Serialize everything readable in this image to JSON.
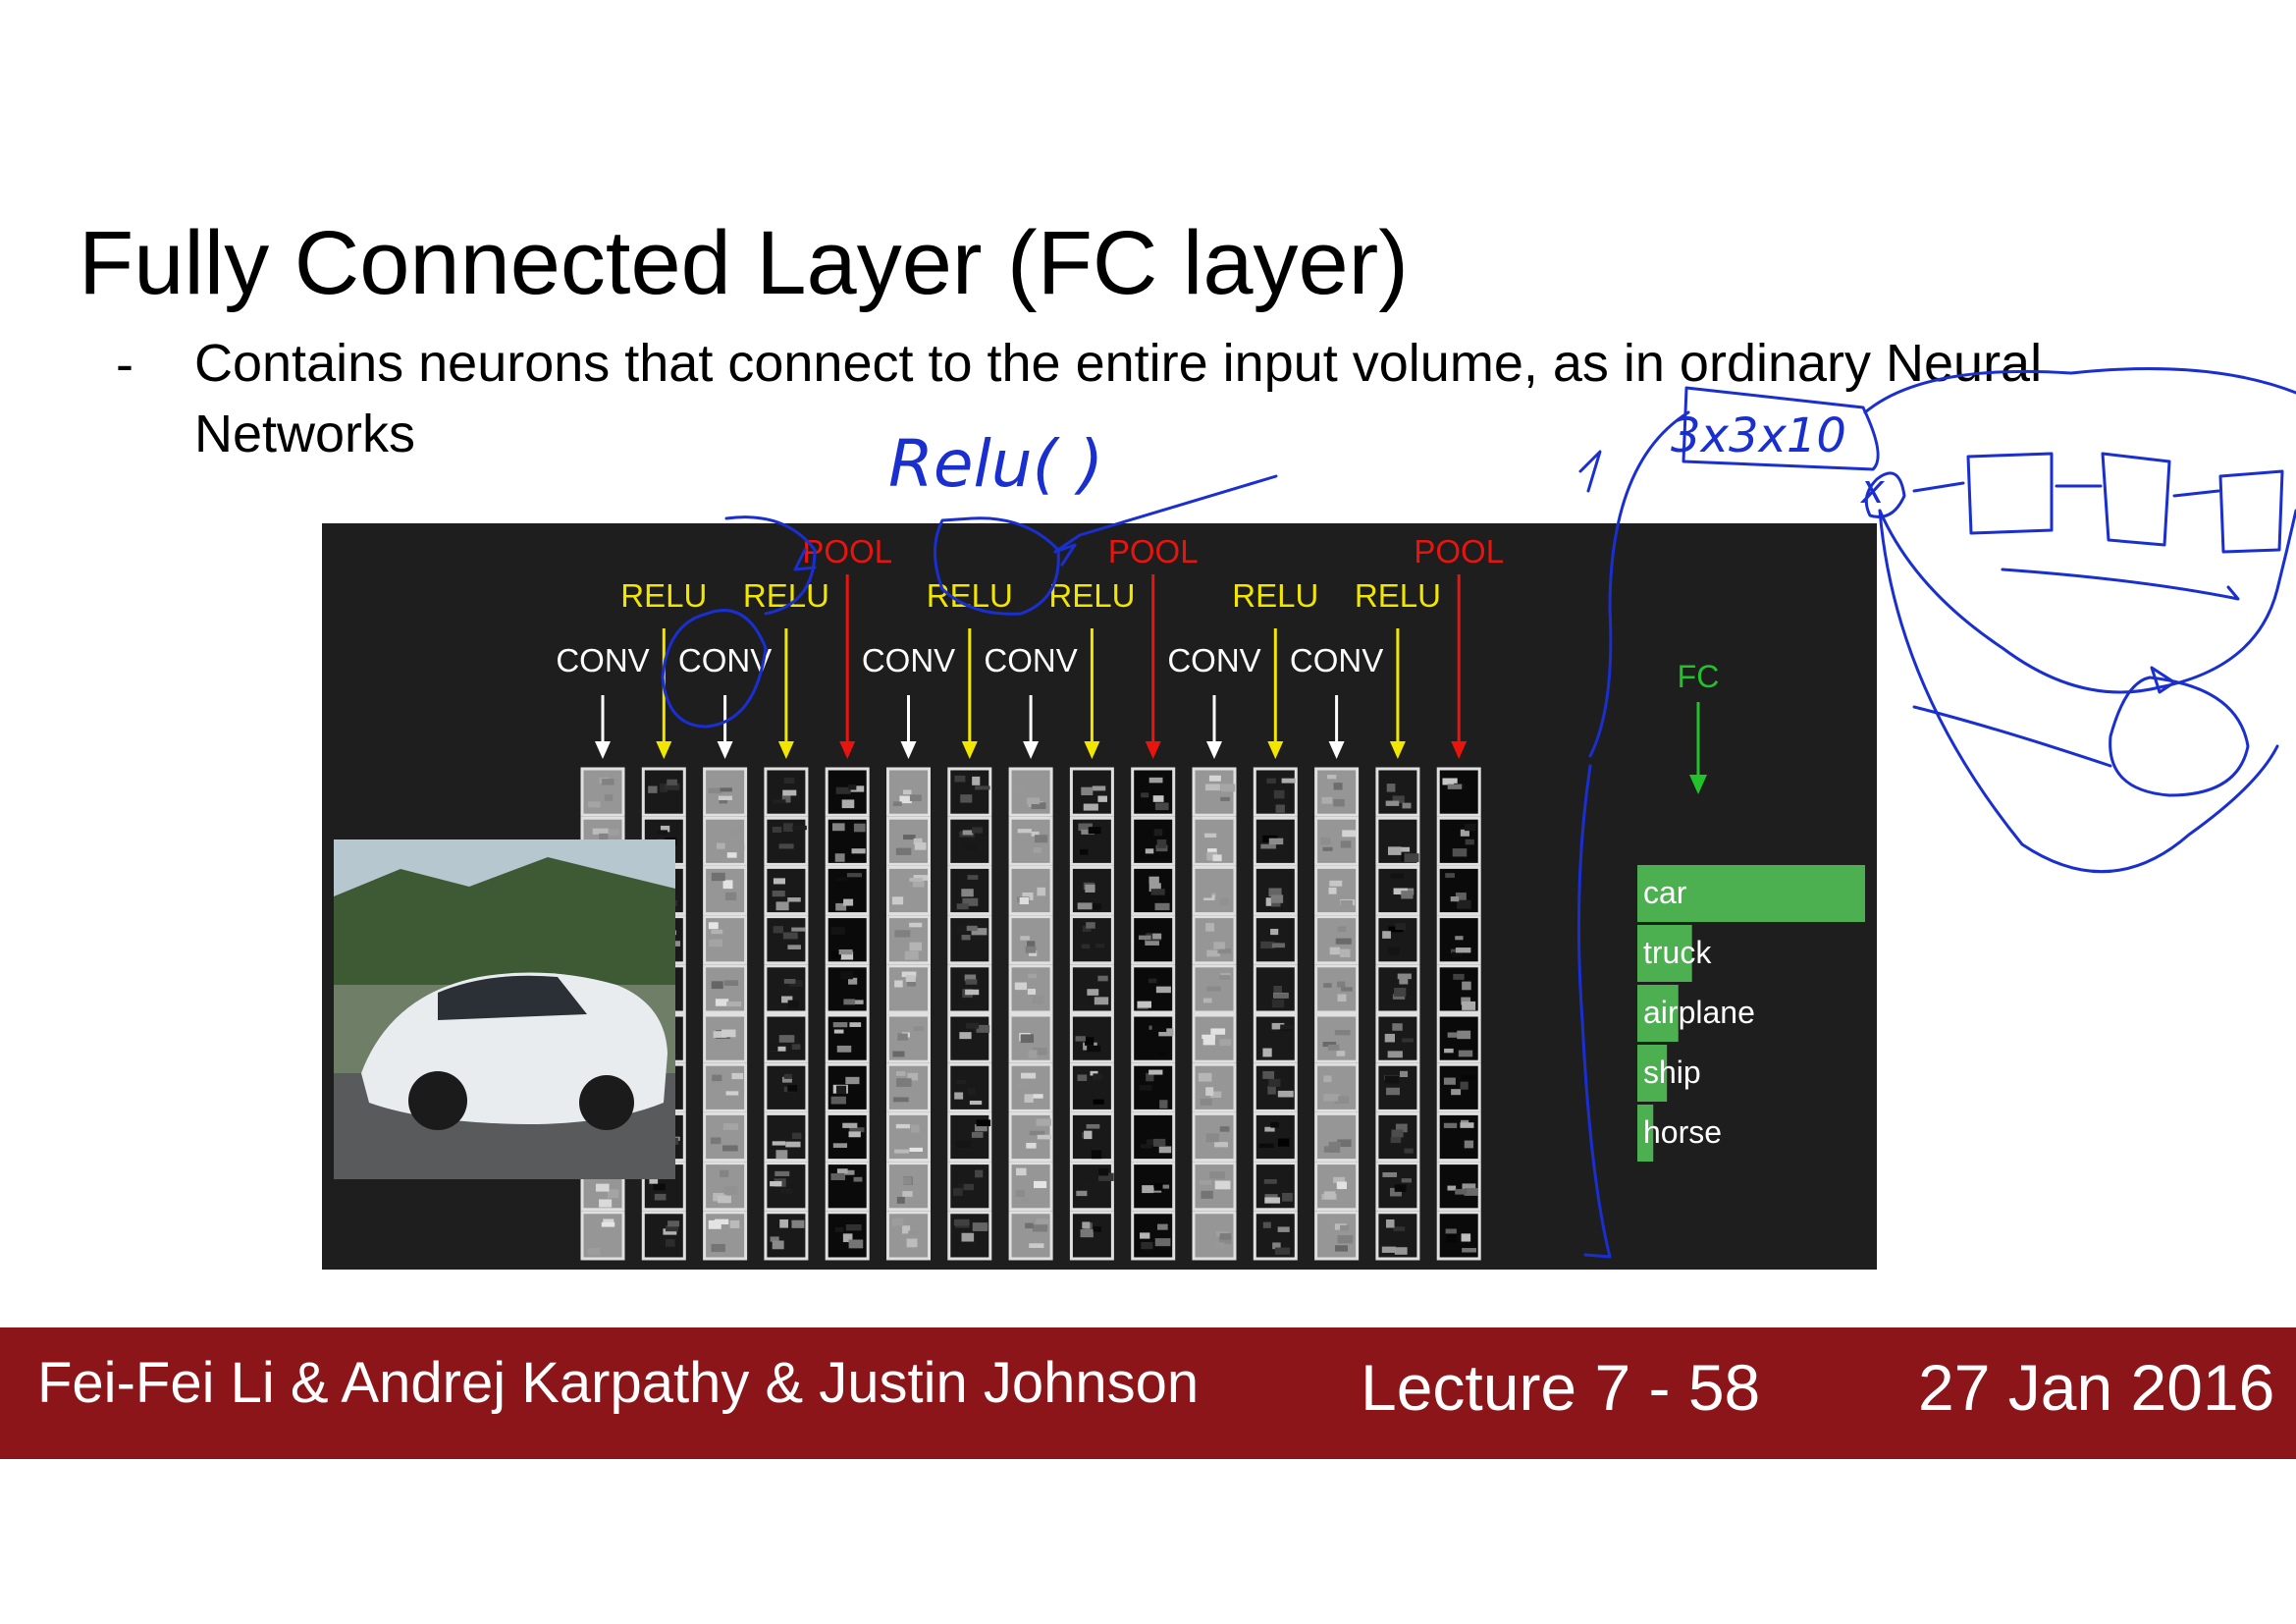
{
  "slide": {
    "title": "Fully Connected Layer (FC layer)",
    "bullet_marker": "-",
    "bullet_text": "Contains neurons that connect to the entire input volume, as in ordinary Neural Networks"
  },
  "diagram": {
    "layer_labels": [
      {
        "text": "CONV",
        "kind": "conv"
      },
      {
        "text": "RELU",
        "kind": "relu"
      },
      {
        "text": "CONV",
        "kind": "conv"
      },
      {
        "text": "RELU",
        "kind": "relu"
      },
      {
        "text": "POOL",
        "kind": "pool"
      },
      {
        "text": "CONV",
        "kind": "conv"
      },
      {
        "text": "RELU",
        "kind": "relu"
      },
      {
        "text": "CONV",
        "kind": "conv"
      },
      {
        "text": "RELU",
        "kind": "relu"
      },
      {
        "text": "POOL",
        "kind": "pool"
      },
      {
        "text": "CONV",
        "kind": "conv"
      },
      {
        "text": "RELU",
        "kind": "relu"
      },
      {
        "text": "CONV",
        "kind": "conv"
      },
      {
        "text": "RELU",
        "kind": "relu"
      },
      {
        "text": "POOL",
        "kind": "pool"
      }
    ],
    "fc_label": "FC",
    "input_image": "car photo",
    "class_scores": [
      {
        "label": "car",
        "score": 1.0
      },
      {
        "label": "truck",
        "score": 0.24
      },
      {
        "label": "airplane",
        "score": 0.18
      },
      {
        "label": "ship",
        "score": 0.13
      },
      {
        "label": "horse",
        "score": 0.07
      }
    ],
    "colors": {
      "conv": "#ffffff",
      "relu": "#f2e600",
      "pool": "#e8140e",
      "fc": "#22c32a",
      "bar": "#4caf50",
      "background": "#1e1e1e"
    }
  },
  "annotations": {
    "ink_color": "#1a2fd0",
    "relu_note": "Relu(   )",
    "dims_note": "3x3x10",
    "x_note": "x"
  },
  "footer": {
    "authors": "Fei-Fei Li & Andrej Karpathy & Justin Johnson",
    "lecture": "Lecture 7 - 58",
    "date": "27 Jan 2016"
  }
}
